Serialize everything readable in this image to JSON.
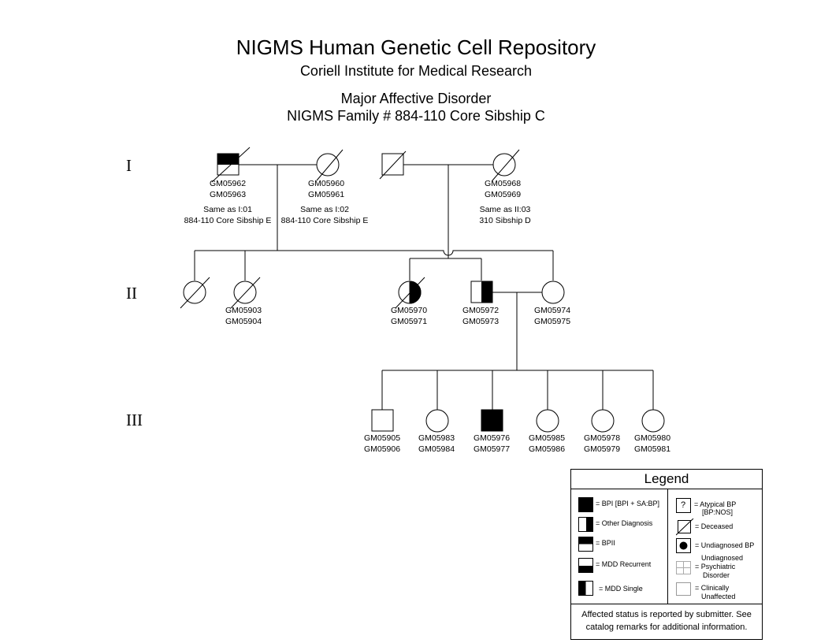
{
  "header": {
    "title": "NIGMS Human Genetic Cell Repository",
    "institute": "Coriell Institute for Medical Research",
    "disorder": "Major Affective Disorder",
    "family": "NIGMS Family # 884-110 Core Sibship C"
  },
  "generations": [
    "I",
    "II",
    "III"
  ],
  "individuals": {
    "i1": {
      "ids": [
        "GM05962",
        "GM05963"
      ],
      "note": [
        "Same as I:01",
        "884-110 Core Sibship E"
      ],
      "status": "BPII, deceased"
    },
    "i2": {
      "ids": [
        "GM05960",
        "GM05961"
      ],
      "note": [
        "Same as I:02",
        "884-110 Core Sibship E"
      ],
      "status": "deceased"
    },
    "i3": {
      "status": "deceased"
    },
    "i4": {
      "ids": [
        "GM05968",
        "GM05969"
      ],
      "note": [
        "Same as II:03",
        "310 Sibship D"
      ],
      "status": "deceased"
    },
    "ii1": {
      "status": "deceased"
    },
    "ii2": {
      "ids": [
        "GM05903",
        "GM05904"
      ],
      "status": "deceased"
    },
    "ii3": {
      "ids": [
        "GM05970",
        "GM05971"
      ],
      "status": "MDD single, deceased"
    },
    "ii4": {
      "ids": [
        "GM05972",
        "GM05973"
      ],
      "status": "Other Diagnosis"
    },
    "ii5": {
      "ids": [
        "GM05974",
        "GM05975"
      ],
      "status": "Clinically Unaffected"
    },
    "iii1": {
      "ids": [
        "GM05905",
        "GM05906"
      ]
    },
    "iii2": {
      "ids": [
        "GM05983",
        "GM05984"
      ]
    },
    "iii3": {
      "ids": [
        "GM05976",
        "GM05977"
      ],
      "status": "BPI"
    },
    "iii4": {
      "ids": [
        "GM05985",
        "GM05986"
      ]
    },
    "iii5": {
      "ids": [
        "GM05978",
        "GM05979"
      ]
    },
    "iii6": {
      "ids": [
        "GM05980",
        "GM05981"
      ]
    }
  },
  "legend": {
    "title": "Legend",
    "items_left": [
      "= BPI [BPI + SA:BP]",
      "= Other Diagnosis",
      "= BPII",
      "= MDD Recurrent",
      "= MDD Single"
    ],
    "items_right": {
      "atypical": [
        "=  Atypical BP",
        "[BP:NOS]"
      ],
      "deceased": "= Deceased",
      "undiagnosed_bp": "= Undiagnosed BP",
      "psychiatric": [
        "Undiagnosed",
        "= Psychiatric",
        "Disorder"
      ],
      "unaffected": [
        "= Clinically",
        "Unaffected"
      ],
      "question_mark": "?"
    },
    "note": [
      "Affected status is reported by submitter. See",
      "catalog remarks for additional information."
    ]
  }
}
